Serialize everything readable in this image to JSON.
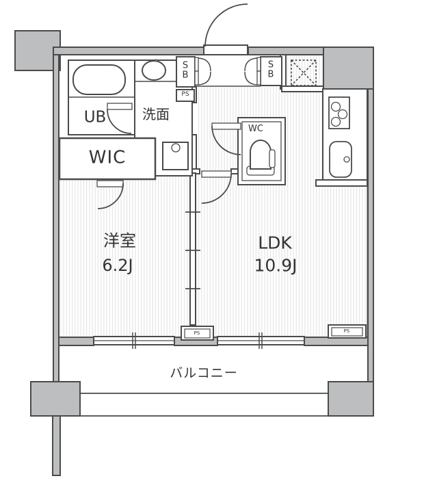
{
  "title": "apartment-floor-plan",
  "rooms": {
    "unit_bath": {
      "label": "UB"
    },
    "washroom": {
      "label": "洗面"
    },
    "walk_in_closet": {
      "label": "WIC"
    },
    "bedroom": {
      "label": "洋室",
      "area": "6.2J"
    },
    "living_dining_kitchen": {
      "label": "LDK",
      "area": "10.9J"
    },
    "toilet": {
      "label": "WC"
    },
    "balcony": {
      "label": "バルコニー"
    }
  },
  "fixtures": {
    "shoe_box_letters": [
      "S",
      "B"
    ],
    "pipe_space": "PS"
  },
  "colors": {
    "wall_fill": "#bdbebf",
    "wall_outline": "#4a4a4a",
    "floor_stripe": "#e7e7e7",
    "text": "#333333",
    "background": "#ffffff"
  }
}
